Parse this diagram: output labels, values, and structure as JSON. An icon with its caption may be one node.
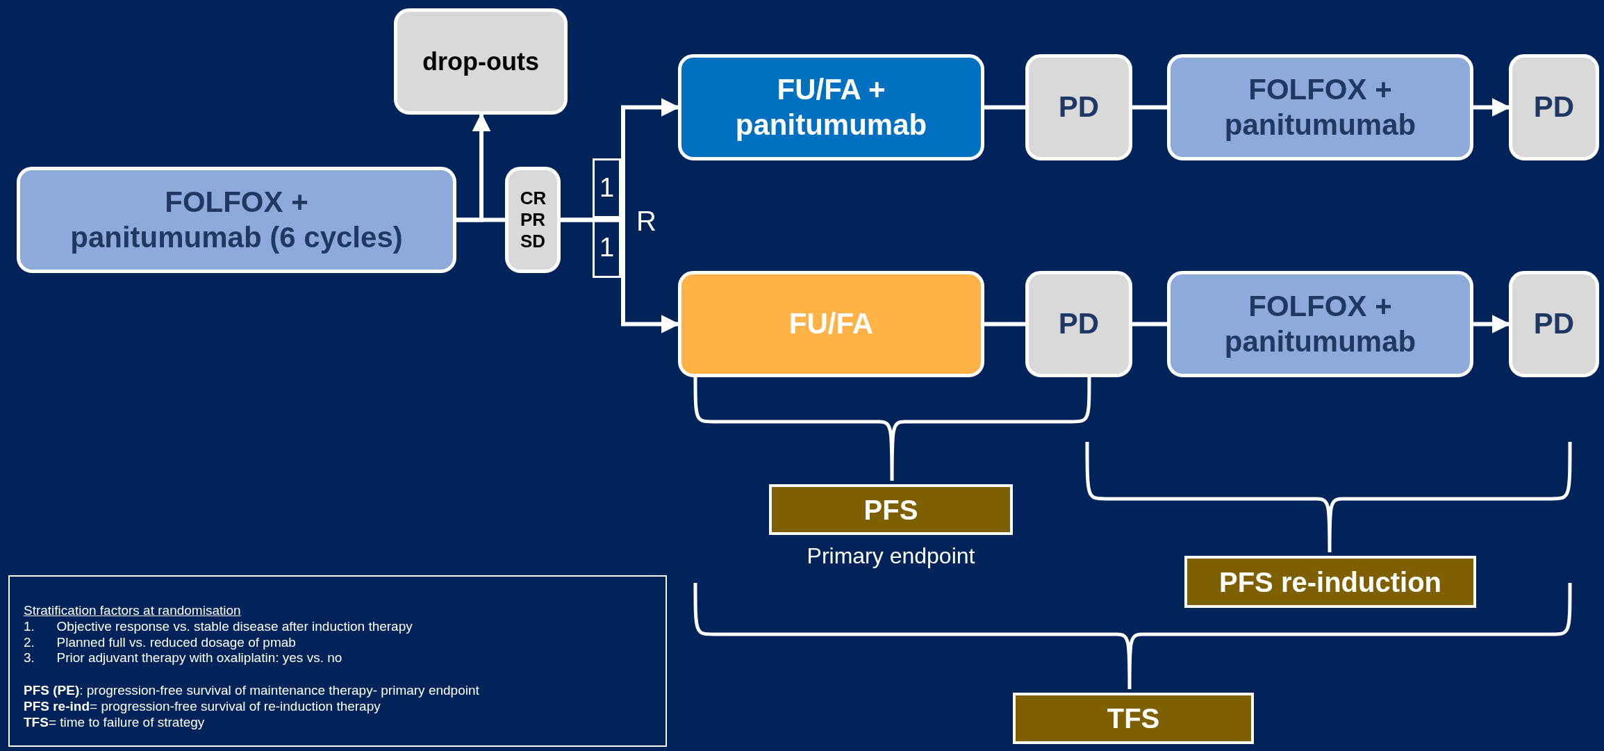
{
  "diagram": {
    "nodes": [
      {
        "text": [
          "FOLFOX + panitumumab (6 cycles)"
        ]
      },
      {
        "text": [
          "drop-outs"
        ]
      },
      {
        "text": [
          "CR PR SD"
        ]
      },
      {
        "text": [
          "1"
        ]
      },
      {
        "text": [
          "1"
        ]
      },
      {
        "text": [
          "FU/FA + panitumumab"
        ]
      },
      {
        "text": [
          "PD"
        ]
      },
      {
        "text": [
          "FOLFOX + panitumumab"
        ]
      },
      {
        "text": [
          "PD"
        ]
      },
      {
        "text": [
          "FU/FA"
        ]
      },
      {
        "text": [
          "PD"
        ]
      },
      {
        "text": [
          "FOLFOX + panitumumab"
        ]
      },
      {
        "text": [
          "PD"
        ]
      },
      {
        "text": [
          "PFS"
        ],
        "beside": [
          "Primary endpoint"
        ]
      },
      {
        "text": [
          "PFS re-induction"
        ]
      },
      {
        "text": [
          "TFS"
        ]
      },
      {
        "text": [
          "Stratification factors at randomisation",
          "1. Objective response vs. stable disease after induction therapy",
          "2. Planned full vs. reduced dosage of pmab",
          "3. Prior adjuvant therapy with oxaliplatin: yes vs. no",
          "**PFS (PE)**: progression-free survival of maintenance therapy- primary endpoint",
          "**PFS re-ind**= progression-free survival of re-induction therapy",
          "**TFS**= time to failure of strategy"
        ]
      }
    ],
    "edges": [
      {
        "from": 0,
        "to": 1,
        "arrow": "to"
      },
      {
        "from": 0,
        "to": 2,
        "arrow": "none"
      },
      {
        "from": 2,
        "to": 5,
        "arrow": "to"
      },
      {
        "from": 2,
        "to": 9,
        "arrow": "to"
      },
      {
        "from": 5,
        "to": 6,
        "arrow": "none"
      },
      {
        "from": 6,
        "to": 7,
        "arrow": "none"
      },
      {
        "from": 7,
        "to": 8,
        "arrow": "to"
      },
      {
        "from": 9,
        "to": 10,
        "arrow": "none"
      },
      {
        "from": 10,
        "to": 11,
        "arrow": "none"
      },
      {
        "from": 11,
        "to": 12,
        "arrow": "to"
      }
    ],
    "labels": [
      "R"
    ]
  }
}
